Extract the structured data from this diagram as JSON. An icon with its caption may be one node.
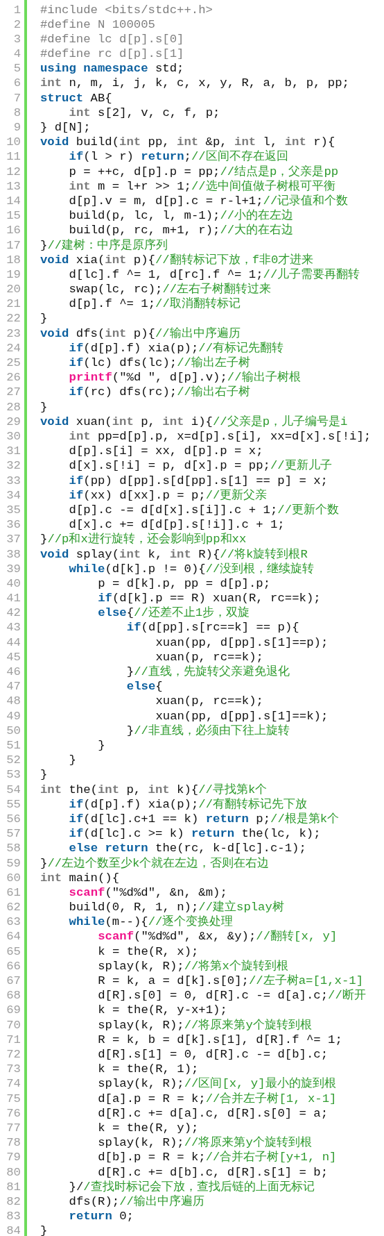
{
  "diagram": {
    "labels": [
      "1",
      "#include <bits/stdc++.h>",
      "2",
      "#define N 100005",
      "3",
      "#define lc d[p].s[0]",
      "4",
      "#define rc d[p].s[1]",
      "5",
      "**using namespace** std;",
      "6",
      "**int** n, m, i, j, k, c, x, y, R, a, b, p, pp;",
      "7",
      "**struct** AB{",
      "8",
      "**int** s[2], v, c, f, p;",
      "9",
      "} d[N];",
      "10",
      "**void** build(**int** pp, **int** &p, **int** l, **int** r){",
      "11",
      "**if**(l > r) **return**;//区间不存在返回",
      "12",
      "p = ++c, d[p].p = pp;//结点是p，父亲是pp",
      "13",
      "**int** m = l+r >> 1;//选中间值做子树根可平衡",
      "14",
      "d[p].v = m, d[p].c = r-l+1;//记录值和个数",
      "15",
      "build(p, lc, l, m-1);//小的在左边",
      "16",
      "build(p, rc, m+1, r);//大的在右边",
      "17",
      "}//建树：中序是原序列",
      "18",
      "**void** xia(**int** p){//翻转标记下放，f非0才进来",
      "19",
      "d[lc].f ^= 1, d[rc].f ^= 1;//儿子需要再翻转",
      "20",
      "swap(lc, rc);//左右子树翻转过来",
      "21",
      "d[p].f ^= 1;//取消翻转标记",
      "22",
      "}",
      "23",
      "**void** dfs(**int** p){//输出中序遍历",
      "24",
      "**if**(d[p].f) xia(p);//有标记先翻转",
      "25",
      "**if**(lc) dfs(lc);//输出左子树",
      "26",
      "**printf**(\"%d \", d[p].v);//输出子树根",
      "27",
      "**if**(rc) dfs(rc);//输出右子树",
      "28",
      "}",
      "29",
      "**void** xuan(**int** p, **int** i){//父亲是p，儿子编号是i",
      "30",
      "**int** pp=d[p].p, x=d[p].s[i], xx=d[x].s[!i];",
      "31",
      "d[p].s[i] = xx, d[p].p = x;",
      "32",
      "d[x].s[!i] = p, d[x].p = pp;//更新儿子",
      "33",
      "**if**(pp) d[pp].s[d[pp].s[1] == p] = x;",
      "34",
      "**if**(xx) d[xx].p = p;//更新父亲",
      "35",
      "d[p].c -= d[d[x].s[i]].c + 1;//更新个数",
      "36",
      "d[x].c += d[d[p].s[!i]].c + 1;",
      "37",
      "}//p和x进行旋转，还会影响到pp和xx",
      "38",
      "**void** splay(**int** k, **int** R){//将k旋转到根R",
      "39",
      "**while**(d[k].p != 0){//没到根，继续旋转",
      "40",
      "p = d[k].p, pp = d[p].p;",
      "41",
      "**if**(d[k].p == R) xuan(R, rc==k);",
      "42",
      "**else**{//还差不止1步，双旋",
      "43",
      "**if**(d[pp].s[rc==k] == p){",
      "44",
      "xuan(pp, d[pp].s[1]==p);",
      "45",
      "xuan(p, rc==k);",
      "46",
      "}//直线，先旋转父亲避免退化",
      "47",
      "**else**{",
      "48",
      "xuan(p, rc==k);",
      "49",
      "xuan(pp, d[pp].s[1]==k);",
      "50",
      "}//非直线，必须由下往上旋转",
      "51",
      "}",
      "52",
      "}",
      "53",
      "}",
      "54",
      "**int** the(**int** p, **int** k){//寻找第k个",
      "55",
      "**if**(d[p].f) xia(p);//有翻转标记先下放",
      "56",
      "**if**(d[lc].c+1 == k) **return** p;//根是第k个",
      "57",
      "**if**(d[lc].c >= k) **return** the(lc, k);",
      "58",
      "**else return** the(rc, k-d[lc].c-1);",
      "59",
      "}//左边个数至少k个就在左边，否则在右边",
      "60",
      "**int** main(){",
      "61",
      "**scanf**(\"%d%d\", &n, &m);",
      "62",
      "build(0, R, 1, n);//建立splay树",
      "63",
      "**while**(m--){//逐个变换处理",
      "64",
      "**scanf**(\"%d%d\", &x, &y);//翻转[x, y]",
      "65",
      "k = the(R, x);",
      "66",
      "splay(k, R);//将第x个旋转到根",
      "67",
      "R = k, a = d[k].s[0];//左子树a=[1,x-1]",
      "68",
      "d[R].s[0] = 0, d[R].c -= d[a].c;//断开",
      "69",
      "k = the(R, y-x+1);",
      "70",
      "splay(k, R);//将原来第y个旋转到根",
      "71",
      "R = k, b = d[k].s[1], d[R].f ^= 1;",
      "72",
      "d[R].s[1] = 0, d[R].c -= d[b].c;",
      "73",
      "k = the(R, 1);",
      "74",
      "splay(k, R);//区间[x, y]最小的旋到根",
      "75",
      "d[a].p = R = k;//合并左子树[1, x-1]",
      "76",
      "d[R].c += d[a].c, d[R].s[0] = a;",
      "77",
      "k = the(R, y);",
      "78",
      "splay(k, R);//将原来第y个旋转到根",
      "79",
      "d[b].p = R = k;//合并右子树[y+1, n]",
      "80",
      "d[R].c += d[b].c, d[R].s[1] = b;",
      "81",
      "}//查找时标记会下放，查找后链的上面无标记",
      "82",
      "dfs(R);//输出中序遍历",
      "83",
      "**return** 0;",
      "84",
      "}"
    ]
  }
}
